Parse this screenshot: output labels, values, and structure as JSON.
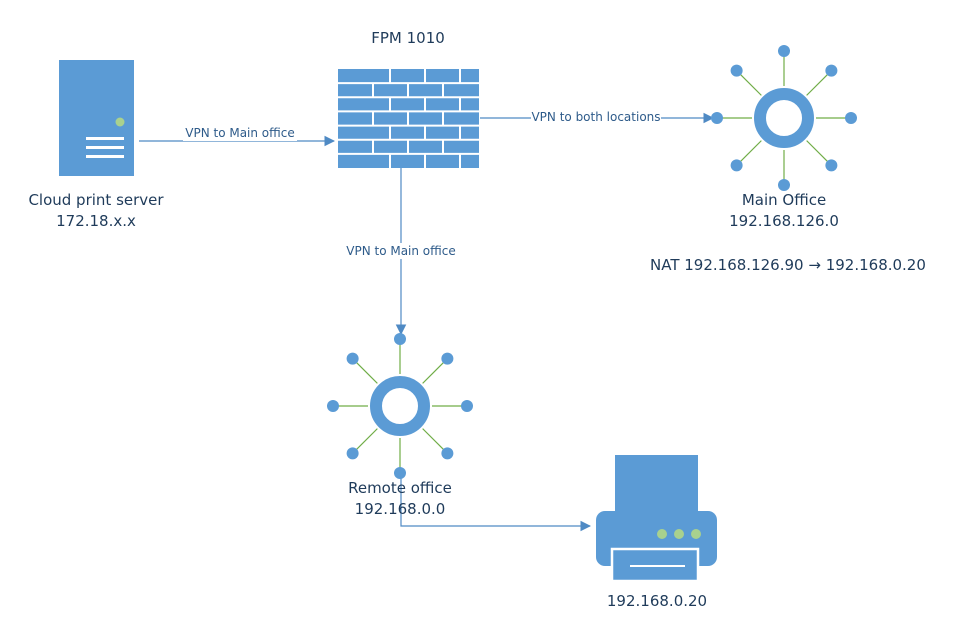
{
  "colors": {
    "node_fill": "#5b9bd5",
    "accent_dot": "#a9d18e",
    "spoke_line": "#70ad47",
    "connector": "#4f8ac4",
    "text": "#1f3b5a"
  },
  "nodes": {
    "firewall": {
      "title": "FPM 1010",
      "icon": "firewall-icon"
    },
    "cloud_server": {
      "name": "Cloud print server",
      "ip": "172.18.x.x",
      "icon": "server-icon"
    },
    "main_office": {
      "name": "Main Office",
      "ip": "192.168.126.0",
      "icon": "hub-icon"
    },
    "remote_office": {
      "name": "Remote office",
      "ip": "192.168.0.0",
      "icon": "hub-icon"
    },
    "printer": {
      "ip": "192.168.0.20",
      "icon": "printer-icon"
    }
  },
  "edges": {
    "server_to_firewall": "VPN to Main office",
    "firewall_to_main": "VPN to both locations",
    "firewall_to_remote": "VPN to Main office"
  },
  "nat": {
    "prefix": "NAT",
    "from": "192.168.126.90",
    "arrow": "→",
    "to": "192.168.0.20"
  }
}
